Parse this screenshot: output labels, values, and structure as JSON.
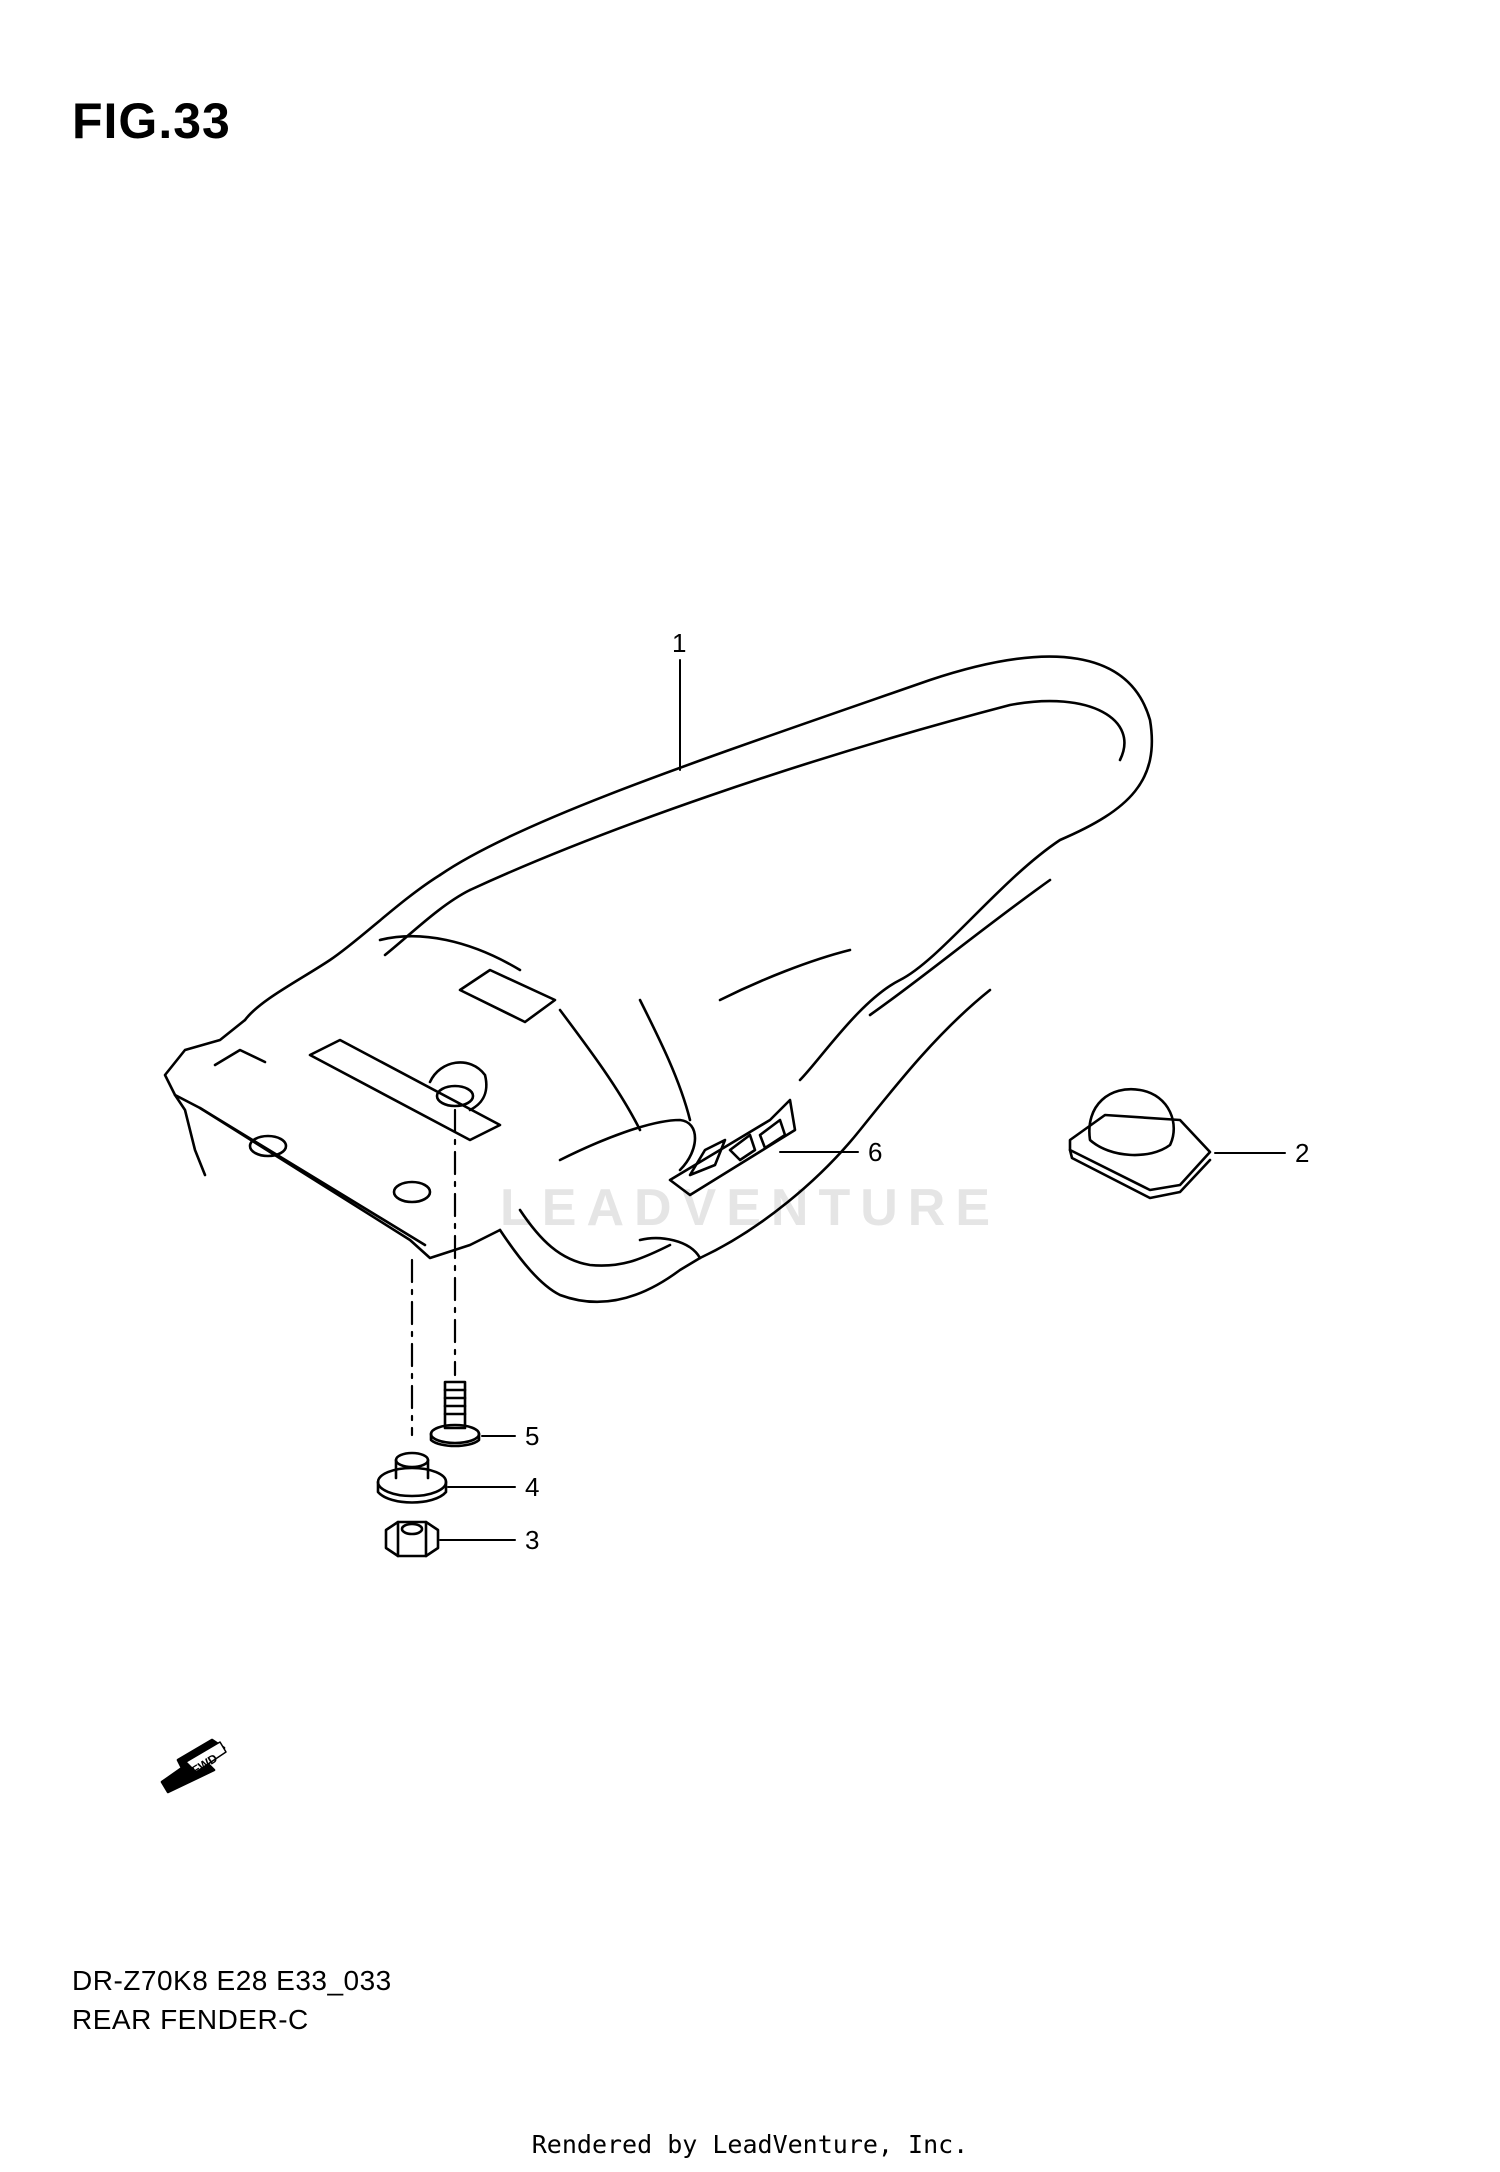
{
  "figure": {
    "title": "FIG.33",
    "model_code": "DR-Z70K8 E28 E33_033",
    "section_name": "REAR FENDER-C"
  },
  "callouts": [
    {
      "number": "1"
    },
    {
      "number": "2"
    },
    {
      "number": "3"
    },
    {
      "number": "4"
    },
    {
      "number": "5"
    },
    {
      "number": "6"
    }
  ],
  "direction_badge": "FWD",
  "watermark": "LEADVENTURE",
  "footer": "Rendered by LeadVenture, Inc.",
  "colors": {
    "line": "#000000",
    "background": "#ffffff"
  }
}
